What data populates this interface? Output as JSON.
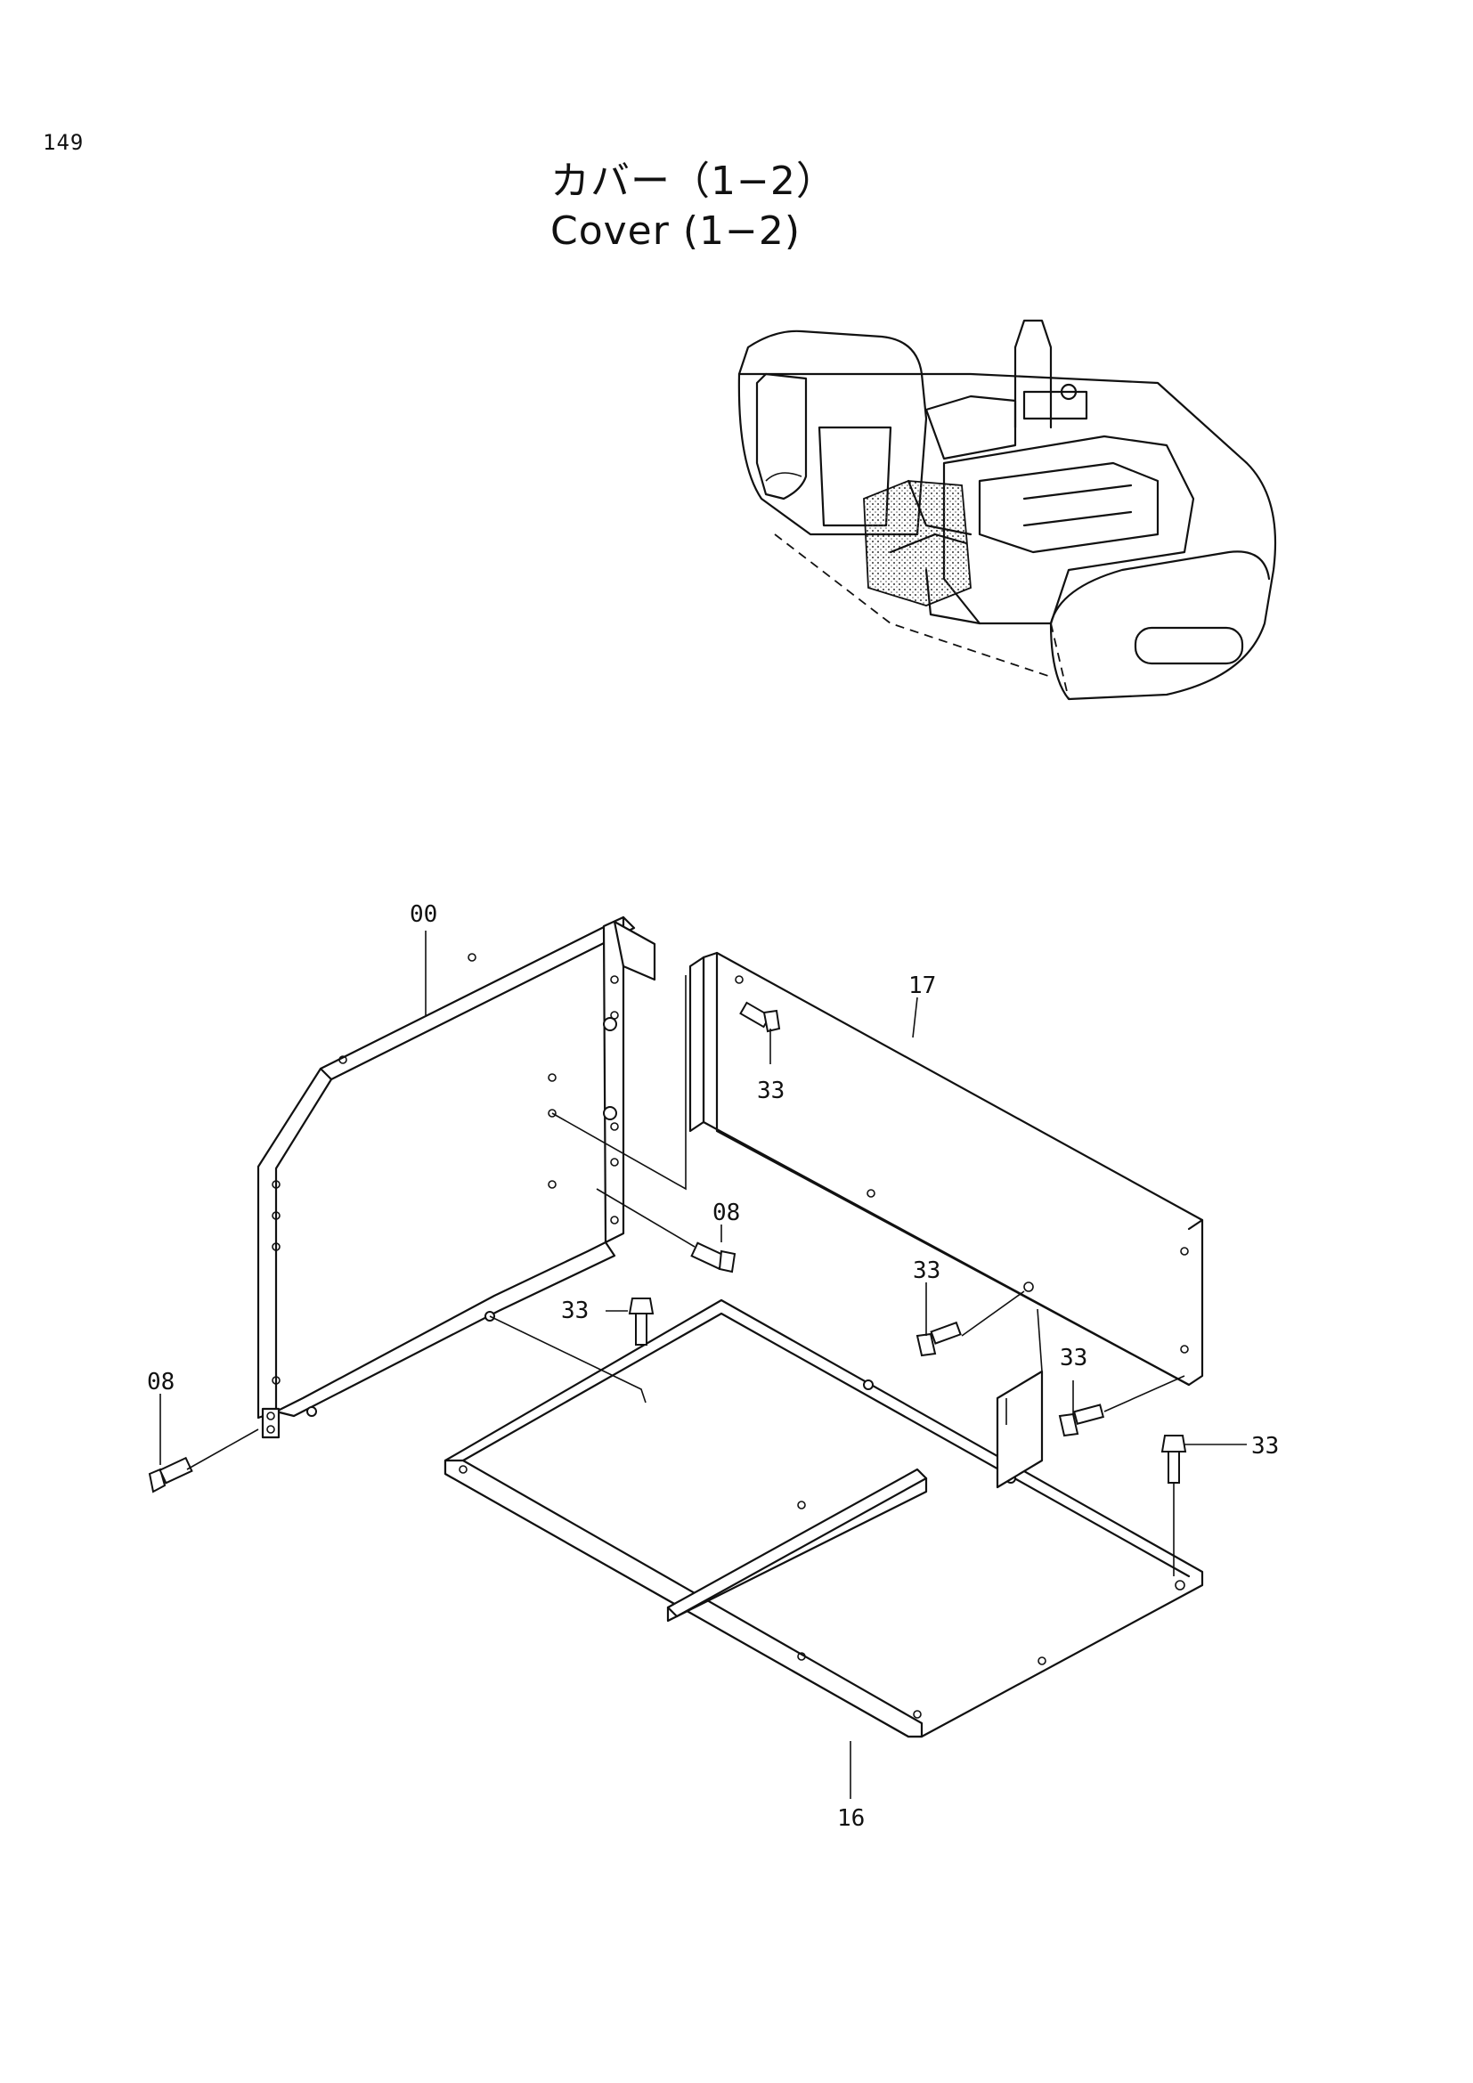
{
  "page_number": "149",
  "title": {
    "japanese": "カバー（1−2）",
    "english": "Cover (1−2)"
  },
  "callouts": {
    "frame": "00",
    "bolt_left": "08",
    "bolt_center": "08",
    "bolt_top": "33",
    "bolt_floor_left": "33",
    "bolt_mid": "33",
    "bolt_right_upper": "33",
    "bolt_right_lower": "33",
    "floor_plate": "16",
    "back_plate": "17"
  }
}
